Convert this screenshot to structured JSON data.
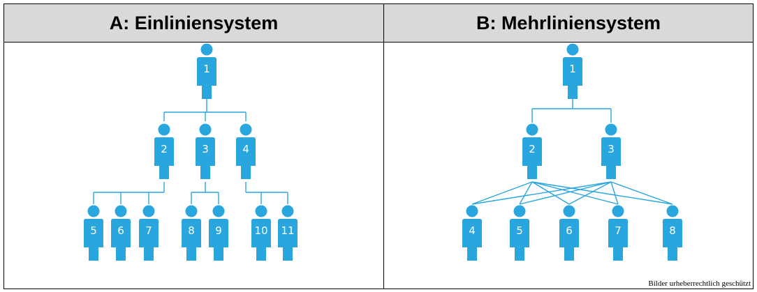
{
  "panels": {
    "a": {
      "title": "A: Einliniensystem",
      "persons": [
        "1",
        "2",
        "3",
        "4",
        "5",
        "6",
        "7",
        "8",
        "9",
        "10",
        "11"
      ]
    },
    "b": {
      "title": "B: Mehrliniensystem",
      "persons": [
        "1",
        "2",
        "3",
        "4",
        "5",
        "6",
        "7",
        "8"
      ]
    }
  },
  "footer": {
    "copyright": "Bilder urheberrechtlich geschützt"
  },
  "colors": {
    "person": "#29a6de",
    "header_bg": "#d9d9d9"
  }
}
